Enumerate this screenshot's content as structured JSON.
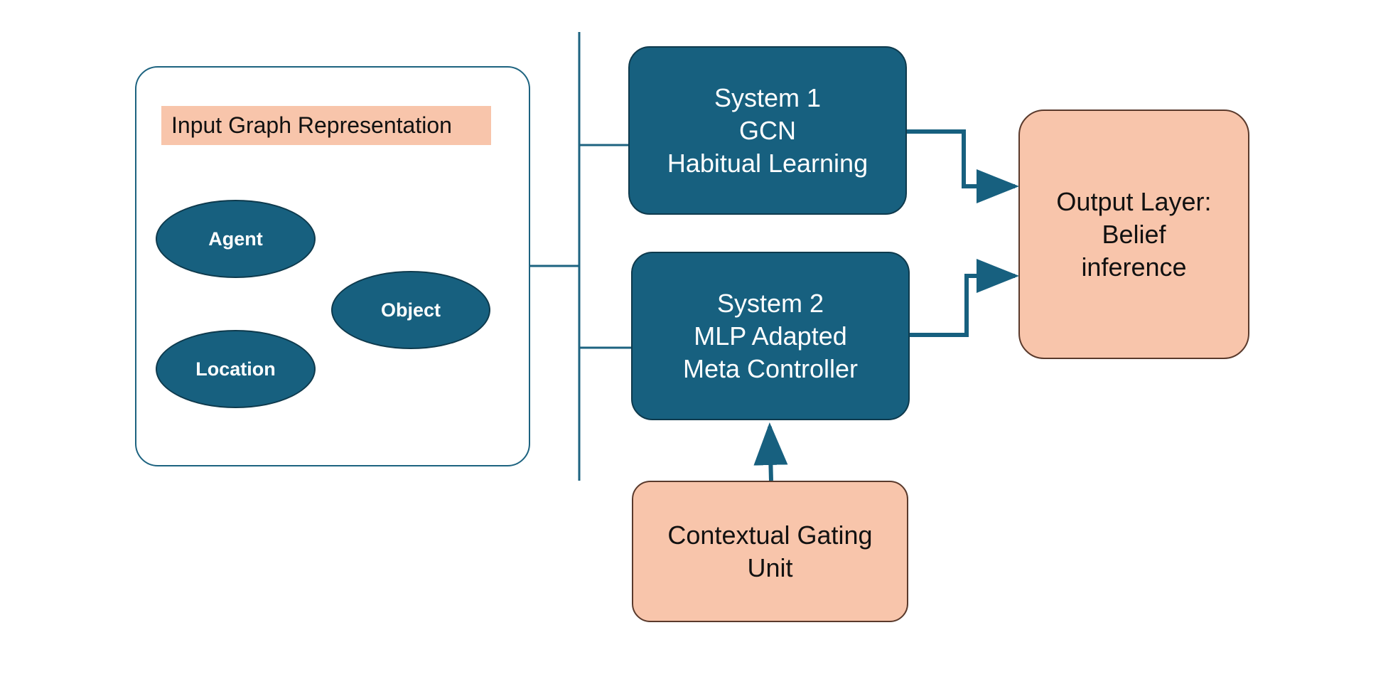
{
  "input_panel": {
    "title": "Input Graph Representation",
    "nodes": {
      "agent": "Agent",
      "object": "Object",
      "location": "Location"
    }
  },
  "system1": {
    "lines": [
      "System 1",
      "GCN",
      "Habitual Learning"
    ]
  },
  "system2": {
    "lines": [
      "System 2",
      "MLP Adapted",
      "Meta Controller"
    ]
  },
  "output": {
    "lines": [
      "Output Layer:",
      "Belief",
      "inference"
    ]
  },
  "gating": {
    "lines": [
      "Contextual Gating",
      "Unit"
    ]
  },
  "colors": {
    "dark_box": "#17607f",
    "peach_box": "#f8c5ab",
    "connector": "#1d6380"
  }
}
